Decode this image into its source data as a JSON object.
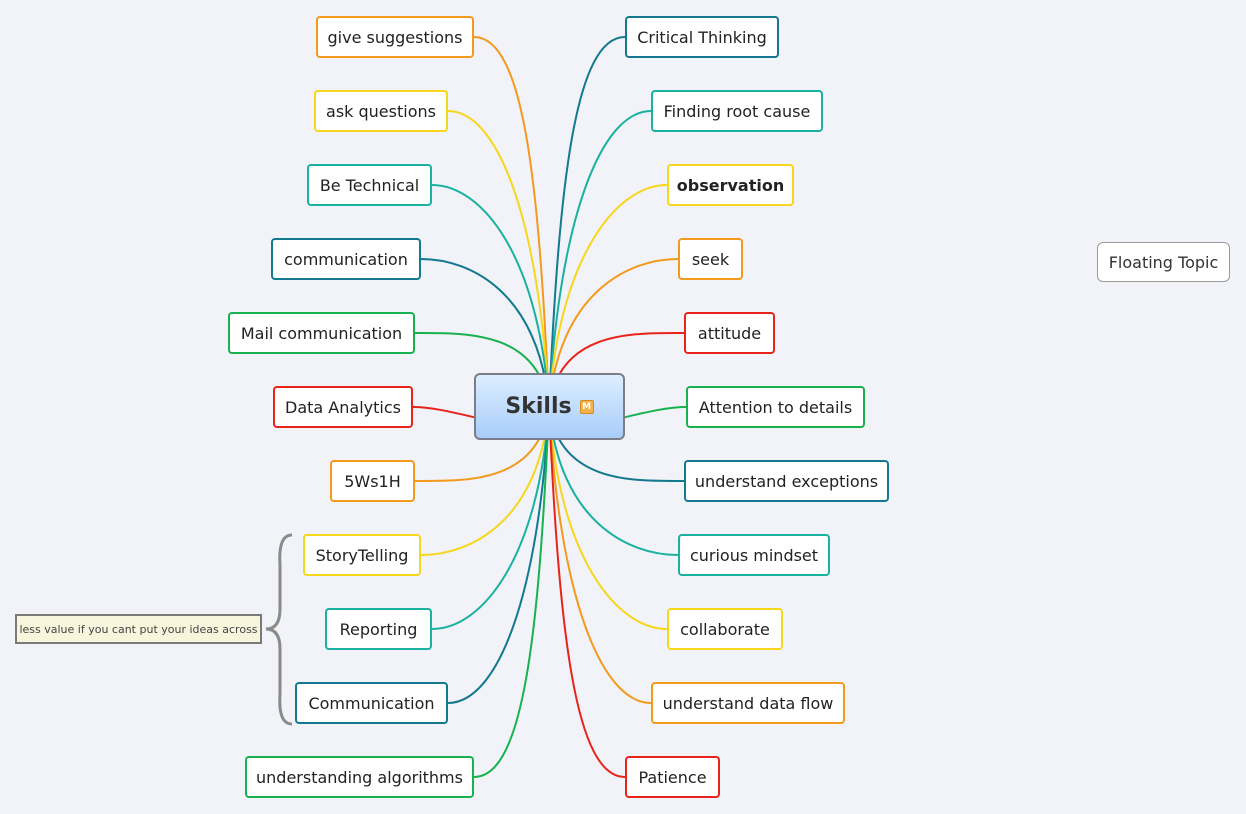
{
  "central": {
    "label": "Skills",
    "marker": "M"
  },
  "left_topics": [
    {
      "label": "give suggestions",
      "color": "#f39a1e"
    },
    {
      "label": "ask questions",
      "color": "#f7d61b"
    },
    {
      "label": "Be Technical",
      "color": "#1ab1a0"
    },
    {
      "label": "communication",
      "color": "#12798f"
    },
    {
      "label": "Mail communication",
      "color": "#17b24f"
    },
    {
      "label": "Data Analytics",
      "color": "#e8241a"
    },
    {
      "label": "5Ws1H",
      "color": "#f39a1e"
    },
    {
      "label": "StoryTelling",
      "color": "#f7d61b"
    },
    {
      "label": "Reporting",
      "color": "#1ab1a0"
    },
    {
      "label": "Communication",
      "color": "#12798f"
    },
    {
      "label": "understanding algorithms",
      "color": "#17b24f"
    }
  ],
  "right_topics": [
    {
      "label": "Critical Thinking",
      "color": "#12798f"
    },
    {
      "label": "Finding root cause",
      "color": "#1ab1a0"
    },
    {
      "label": "observation",
      "color": "#f7d61b",
      "bold": true
    },
    {
      "label": "seek",
      "color": "#f39a1e"
    },
    {
      "label": "attitude",
      "color": "#e8241a"
    },
    {
      "label": "Attention to details",
      "color": "#17b24f"
    },
    {
      "label": "understand exceptions",
      "color": "#12798f"
    },
    {
      "label": "curious mindset",
      "color": "#1ab1a0"
    },
    {
      "label": "collaborate",
      "color": "#f7d61b"
    },
    {
      "label": "understand data flow",
      "color": "#f39a1e"
    },
    {
      "label": "Patience",
      "color": "#e8241a"
    }
  ],
  "floating_topic": {
    "label": "Floating Topic"
  },
  "summary_callout": {
    "label": "less value if you cant put your ideas across"
  }
}
